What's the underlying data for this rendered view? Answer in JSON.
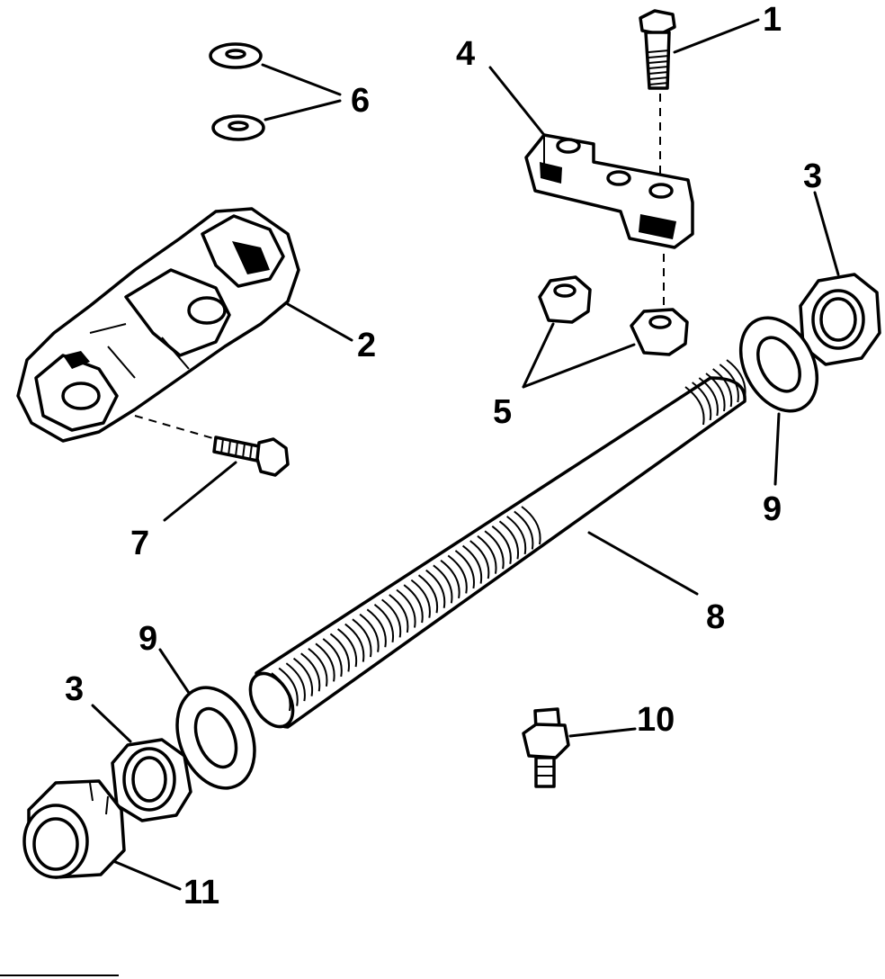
{
  "callouts": {
    "c1": "1",
    "c2": "2",
    "c3a": "3",
    "c3b": "3",
    "c4": "4",
    "c5": "5",
    "c6": "6",
    "c7": "7",
    "c8": "8",
    "c9a": "9",
    "c9b": "9",
    "c10": "10",
    "c11": "11"
  }
}
